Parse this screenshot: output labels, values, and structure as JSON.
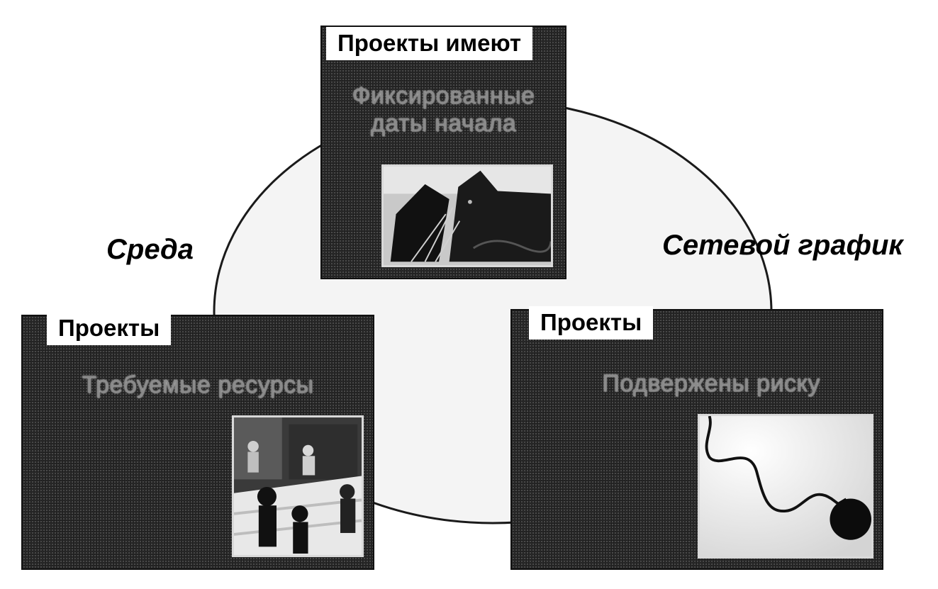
{
  "top_card": {
    "tab_label": "Проекты имеют",
    "title_line1": "Фиксированные",
    "title_line2": "даты начала"
  },
  "left_card": {
    "tab_label": "Проекты",
    "title": "Требуемые ресурсы"
  },
  "right_card": {
    "tab_label": "Проекты",
    "title": "Подвержены риску"
  },
  "labels": {
    "left": "Среда",
    "right": "Сетевой график"
  }
}
